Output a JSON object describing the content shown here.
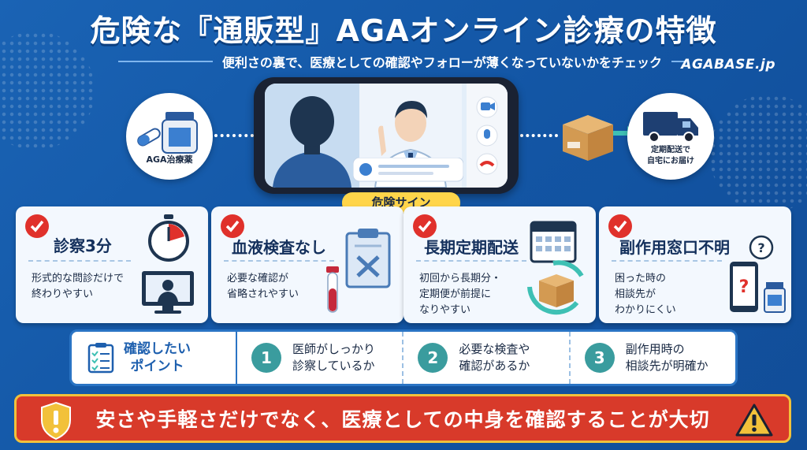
{
  "title_parts": {
    "prefix": "危険な『通販型』",
    "main": "AGAオンライン診療の特徴"
  },
  "subtitle": "便利さの裏で、医療としての確認やフォローが薄くなっていないかをチェック",
  "brand": "AGABASE.jp",
  "hero": {
    "medicine_label": "AGA治療薬",
    "delivery_label_line1": "定期配送で",
    "delivery_label_line2": "自宅にお届け",
    "danger_sign": "危険サイン"
  },
  "cards": [
    {
      "title": "診察3分",
      "desc": "形式的な問診だけで\n終わりやすい"
    },
    {
      "title": "血液検査なし",
      "desc": "必要な確認が\n省略されやすい"
    },
    {
      "title": "長期定期配送",
      "desc": "初回から長期分・\n定期便が前提に\nなりやすい"
    },
    {
      "title": "副作用窓口不明",
      "desc": "困った時の\n相談先が\nわかりにくい"
    }
  ],
  "points": {
    "heading": "確認したい\nポイント",
    "items": [
      {
        "num": "1",
        "text": "医師がしっかり\n診察しているか"
      },
      {
        "num": "2",
        "text": "必要な検査や\n確認があるか"
      },
      {
        "num": "3",
        "text": "副作用時の\n相談先が明確か"
      }
    ]
  },
  "banner": "安さや手軽さだけでなく、医療としての中身を確認することが大切",
  "colors": {
    "background": "#1457a6",
    "danger_red": "#d83a2a",
    "check_red": "#e0312b",
    "accent_yellow": "#ffd54a",
    "teal": "#3a9c9e"
  }
}
